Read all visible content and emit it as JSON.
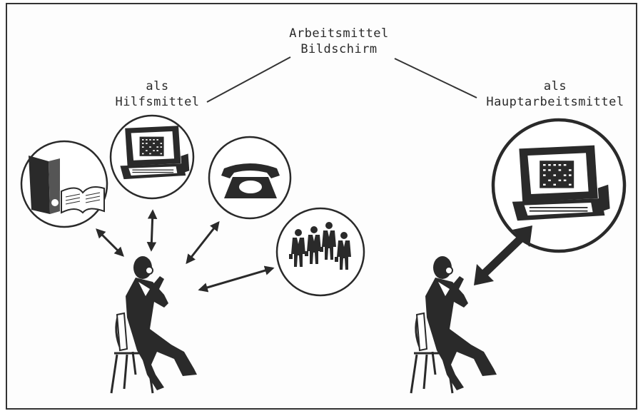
{
  "title": {
    "line1": "Arbeitsmittel",
    "line2": "Bildschirm"
  },
  "left_caption": {
    "line1": "als",
    "line2": "Hilfsmittel"
  },
  "right_caption": {
    "line1": "als",
    "line2": "Hauptarbeitsmittel"
  },
  "icons": {
    "files": "folder-and-book-icon",
    "terminal_small": "computer-terminal-icon",
    "telephone": "telephone-icon",
    "people": "group-of-people-icon",
    "terminal_large": "computer-terminal-icon",
    "person": "seated-person-icon"
  }
}
